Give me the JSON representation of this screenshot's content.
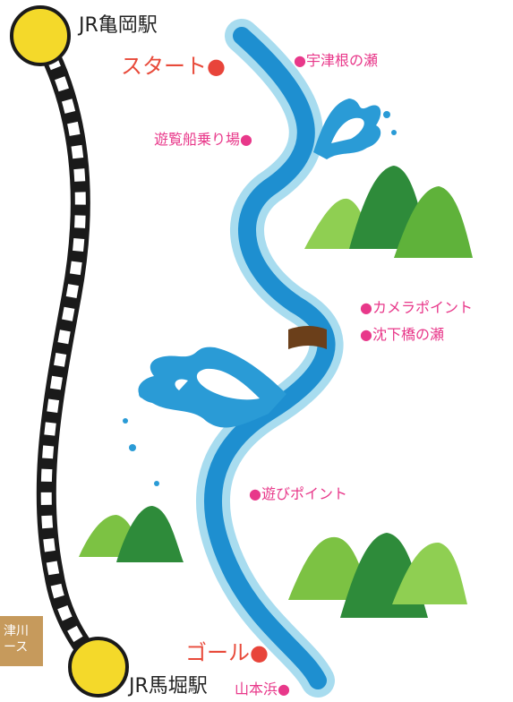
{
  "stations": {
    "kameoka": "JR亀岡駅",
    "umahori": "JR馬堀駅"
  },
  "markers": {
    "start": "スタート",
    "goal": "ゴール"
  },
  "points": {
    "utsune": "宇津根の瀬",
    "boarding": "遊覧船乗り場",
    "camera": "カメラポイント",
    "chinka": "沈下橋の瀬",
    "asobi": "遊びポイント",
    "yamamotohama": "山本浜"
  },
  "tag": {
    "line1": "津川",
    "line2": "ース"
  },
  "colors": {
    "river_outer": "#a8dcef",
    "river_inner": "#1e8fd0",
    "rail": "#1a1a1a",
    "station": "#f4d92a",
    "mountain_light": "#7cc243",
    "mountain_dark": "#2e8b3a",
    "label_pink": "#e8388a",
    "label_red": "#e84a3a",
    "bridge": "#6b3f1a"
  }
}
